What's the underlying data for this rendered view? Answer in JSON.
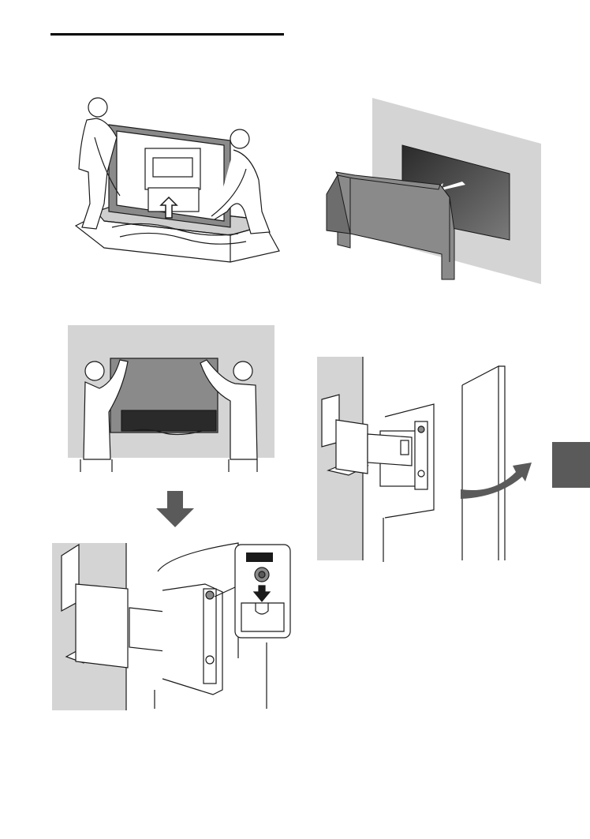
{
  "page": {
    "header_rule": true,
    "section_tab_color": "#5a5a5a",
    "wall_color": "#d4d4d4",
    "line_color": "#1a1a1a",
    "screen_gradient": [
      "#2a2a2a",
      "#8a8a8a"
    ]
  },
  "figures": [
    {
      "id": "fig-unpack",
      "icon": "two-people-lifting-tv-from-box"
    },
    {
      "id": "fig-protective-cover",
      "icon": "cover-removed-from-tv"
    },
    {
      "id": "fig-hang-on-wall",
      "icon": "two-people-hanging-tv"
    },
    {
      "id": "fig-bracket-hook",
      "icon": "bracket-hook-detail"
    },
    {
      "id": "fig-swing-open",
      "icon": "tv-swing-arm-open"
    }
  ],
  "arrows": [
    {
      "id": "down-arrow",
      "icon": "down-arrow-icon"
    }
  ]
}
